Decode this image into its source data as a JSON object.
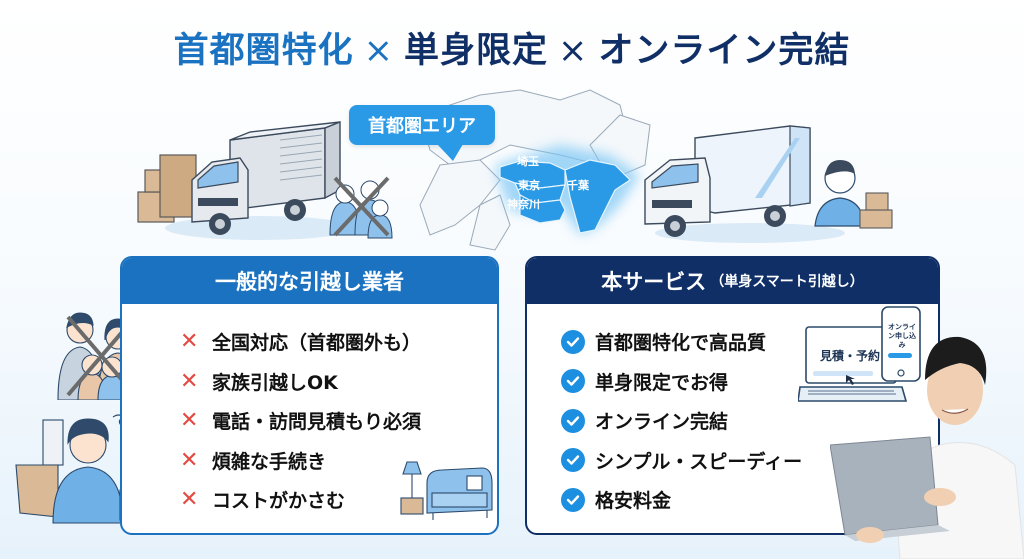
{
  "title": {
    "part1": "首都圏特化",
    "sep1": "×",
    "part2": "単身限定",
    "sep2": "×",
    "part3": "オンライン完結"
  },
  "map": {
    "bubble_label": "首都圏エリア",
    "prefectures": [
      "埼玉",
      "東京",
      "神奈川",
      "千葉"
    ]
  },
  "left_panel": {
    "header": "一般的な引越し業者",
    "items": [
      {
        "icon": "cross-icon",
        "label": "全国対応（首都圏外も）"
      },
      {
        "icon": "cross-icon",
        "label": "家族引越しOK"
      },
      {
        "icon": "cross-icon",
        "label": "電話・訪問見積もり必須"
      },
      {
        "icon": "cross-icon",
        "label": "煩雑な手続き"
      },
      {
        "icon": "cross-icon",
        "label": "コストがかさむ"
      }
    ]
  },
  "right_panel": {
    "header": "本サービス",
    "header_sub": "（単身スマート引越し）",
    "items": [
      {
        "icon": "check-icon",
        "label": "首都圏特化で高品質"
      },
      {
        "icon": "check-icon",
        "label": "単身限定でお得"
      },
      {
        "icon": "check-icon",
        "label": "オンライン完結"
      },
      {
        "icon": "check-icon",
        "label": "シンプル・スピーディー"
      },
      {
        "icon": "check-icon",
        "label": "格安料金"
      }
    ]
  },
  "illustrations": {
    "laptop_screen_label": "見積・予約",
    "phone_screen_label": "オンライン申し込み"
  },
  "colors": {
    "primary_blue": "#1a72c0",
    "navy": "#0f2f66",
    "map_highlight": "#2a9ae6",
    "cross_red": "#e24a42",
    "check_blue": "#1d8fe0"
  }
}
